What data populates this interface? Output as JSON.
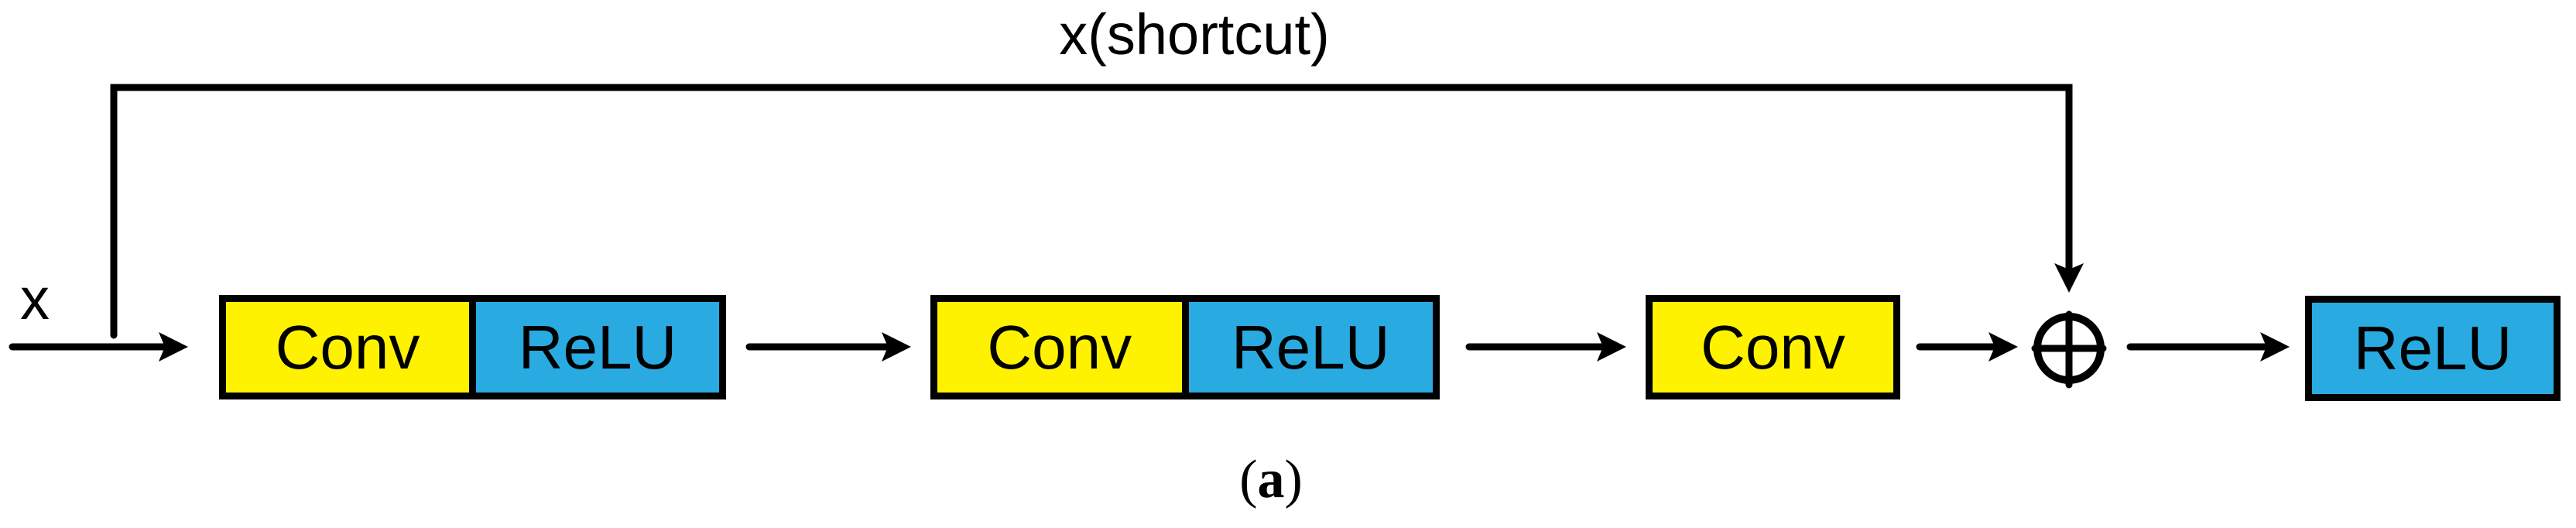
{
  "diagram": {
    "type": "residual-block",
    "input_label": "x",
    "shortcut_label": "x(shortcut)",
    "add_symbol": "⊕",
    "caption": {
      "open": "(",
      "letter": "a",
      "close": ")"
    },
    "blocks": [
      {
        "segments": [
          {
            "label": "Conv"
          },
          {
            "label": "ReLU"
          }
        ]
      },
      {
        "segments": [
          {
            "label": "Conv"
          },
          {
            "label": "ReLU"
          }
        ]
      },
      {
        "segments": [
          {
            "label": "Conv"
          }
        ]
      },
      {
        "segments": [
          {
            "label": "ReLU"
          }
        ]
      }
    ]
  },
  "colors": {
    "conv_fill": "#FFF200",
    "relu_fill": "#29ABE2",
    "line": "#000000",
    "background": "#FFFFFF"
  }
}
